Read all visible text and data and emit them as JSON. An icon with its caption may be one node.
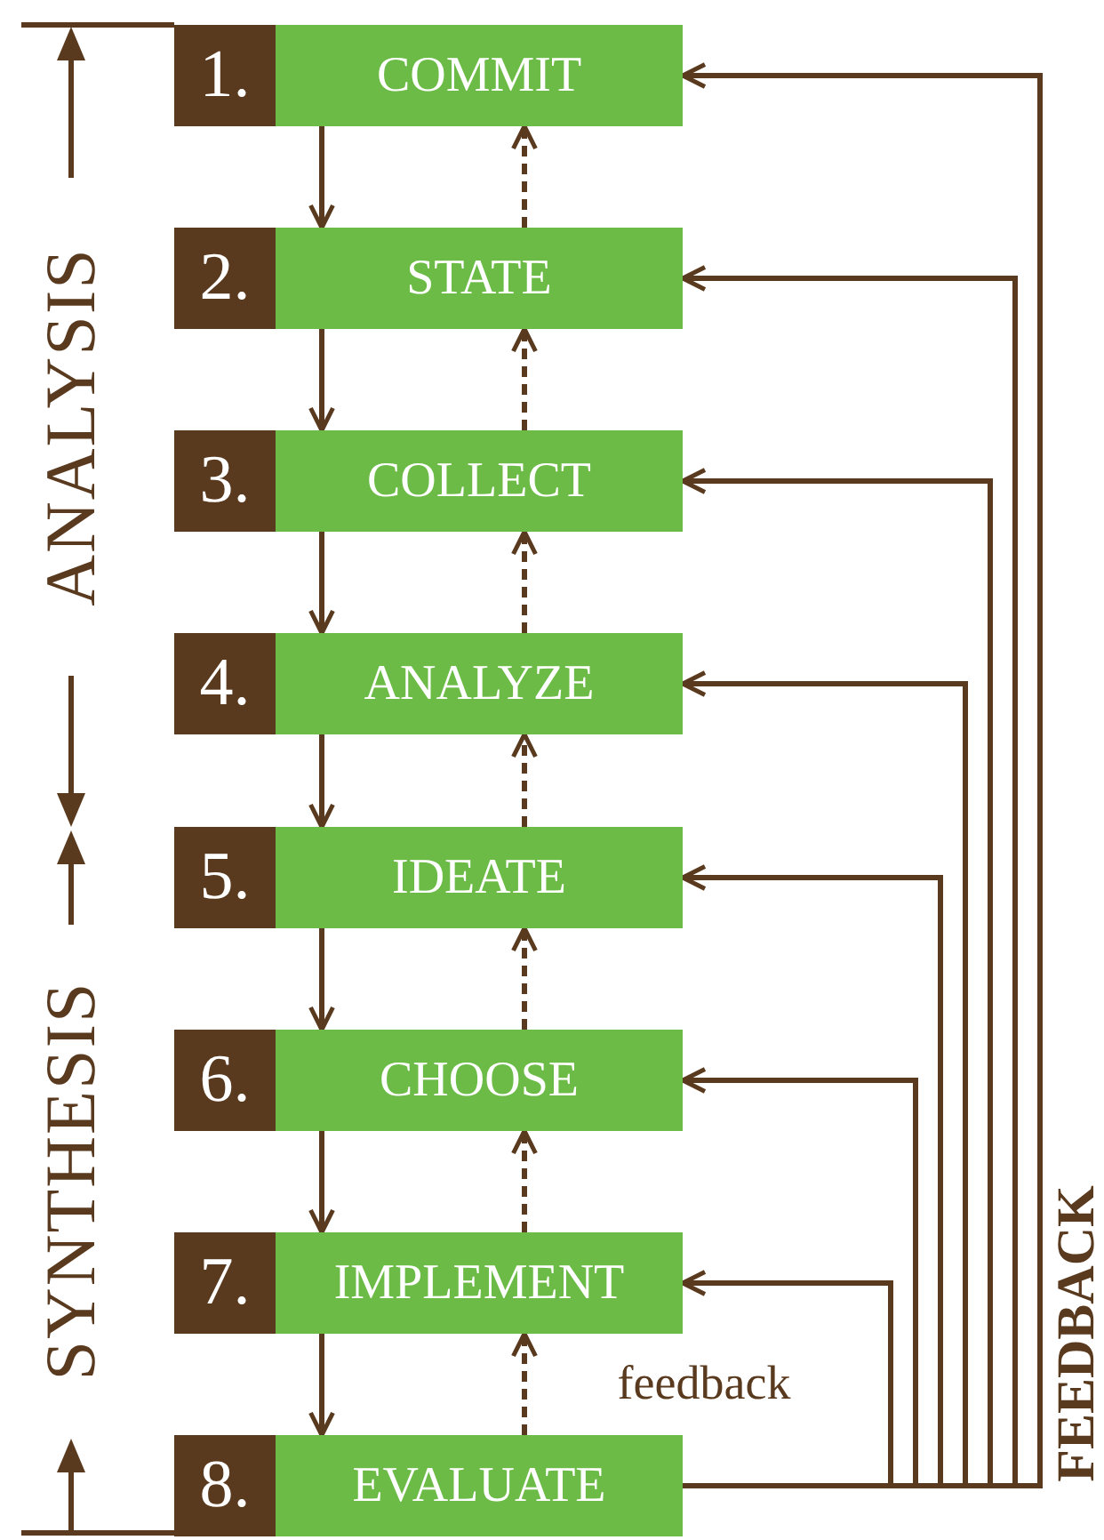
{
  "diagram": {
    "nodes": [
      {
        "text": [
          "1.",
          "COMMIT"
        ]
      },
      {
        "text": [
          "2.",
          "STATE"
        ]
      },
      {
        "text": [
          "3.",
          "COLLECT"
        ]
      },
      {
        "text": [
          "4.",
          "ANALYZE"
        ]
      },
      {
        "text": [
          "5.",
          "IDEATE"
        ]
      },
      {
        "text": [
          "6.",
          "CHOOSE"
        ]
      },
      {
        "text": [
          "7.",
          "IMPLEMENT"
        ]
      },
      {
        "text": [
          "8.",
          "EVALUATE"
        ]
      }
    ],
    "edges": [
      {
        "from": 0,
        "to": 1,
        "arrow": "to"
      },
      {
        "from": 1,
        "to": 2,
        "arrow": "to"
      },
      {
        "from": 2,
        "to": 3,
        "arrow": "to"
      },
      {
        "from": 3,
        "to": 4,
        "arrow": "to"
      },
      {
        "from": 4,
        "to": 5,
        "arrow": "to"
      },
      {
        "from": 5,
        "to": 6,
        "arrow": "to"
      },
      {
        "from": 6,
        "to": 7,
        "arrow": "to"
      },
      {
        "from": 1,
        "to": 0,
        "arrow": "to",
        "style": "dashed"
      },
      {
        "from": 2,
        "to": 1,
        "arrow": "to",
        "style": "dashed"
      },
      {
        "from": 3,
        "to": 2,
        "arrow": "to",
        "style": "dashed"
      },
      {
        "from": 4,
        "to": 3,
        "arrow": "to",
        "style": "dashed"
      },
      {
        "from": 5,
        "to": 4,
        "arrow": "to",
        "style": "dashed"
      },
      {
        "from": 6,
        "to": 5,
        "arrow": "to",
        "style": "dashed"
      },
      {
        "from": 7,
        "to": 6,
        "arrow": "to",
        "style": "dashed"
      },
      {
        "from": 7,
        "to": 0,
        "arrow": "to"
      },
      {
        "from": 7,
        "to": 1,
        "arrow": "to"
      },
      {
        "from": 7,
        "to": 2,
        "arrow": "to"
      },
      {
        "from": 7,
        "to": 3,
        "arrow": "to"
      },
      {
        "from": 7,
        "to": 4,
        "arrow": "to"
      },
      {
        "from": 7,
        "to": 5,
        "arrow": "to"
      },
      {
        "from": 7,
        "to": 6,
        "arrow": "to"
      }
    ],
    "labels": [
      "ANALYSIS",
      "SYNTHESIS",
      "feedback",
      "FEEDBACK"
    ]
  }
}
